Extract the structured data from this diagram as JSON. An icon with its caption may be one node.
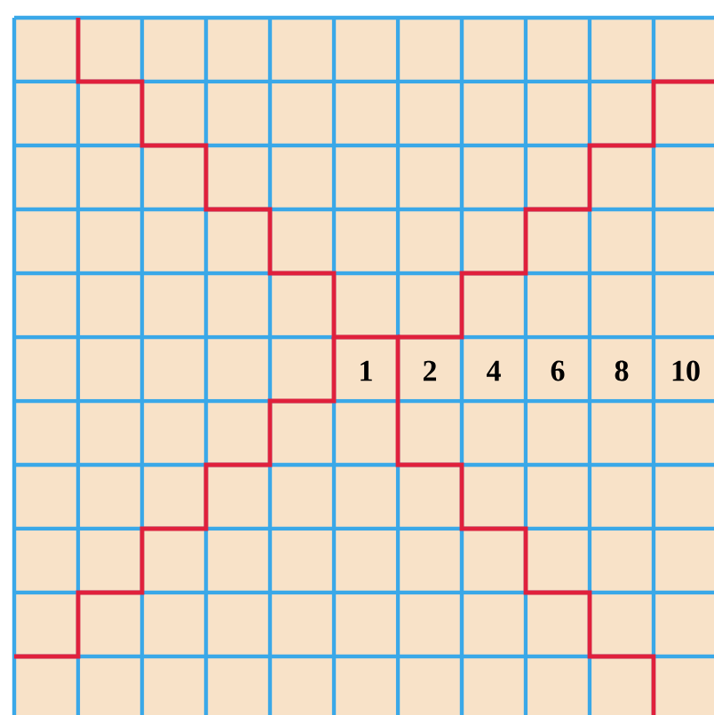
{
  "diagram": {
    "labels": [
      "1",
      "2",
      "4",
      "6",
      "8",
      "10"
    ]
  }
}
